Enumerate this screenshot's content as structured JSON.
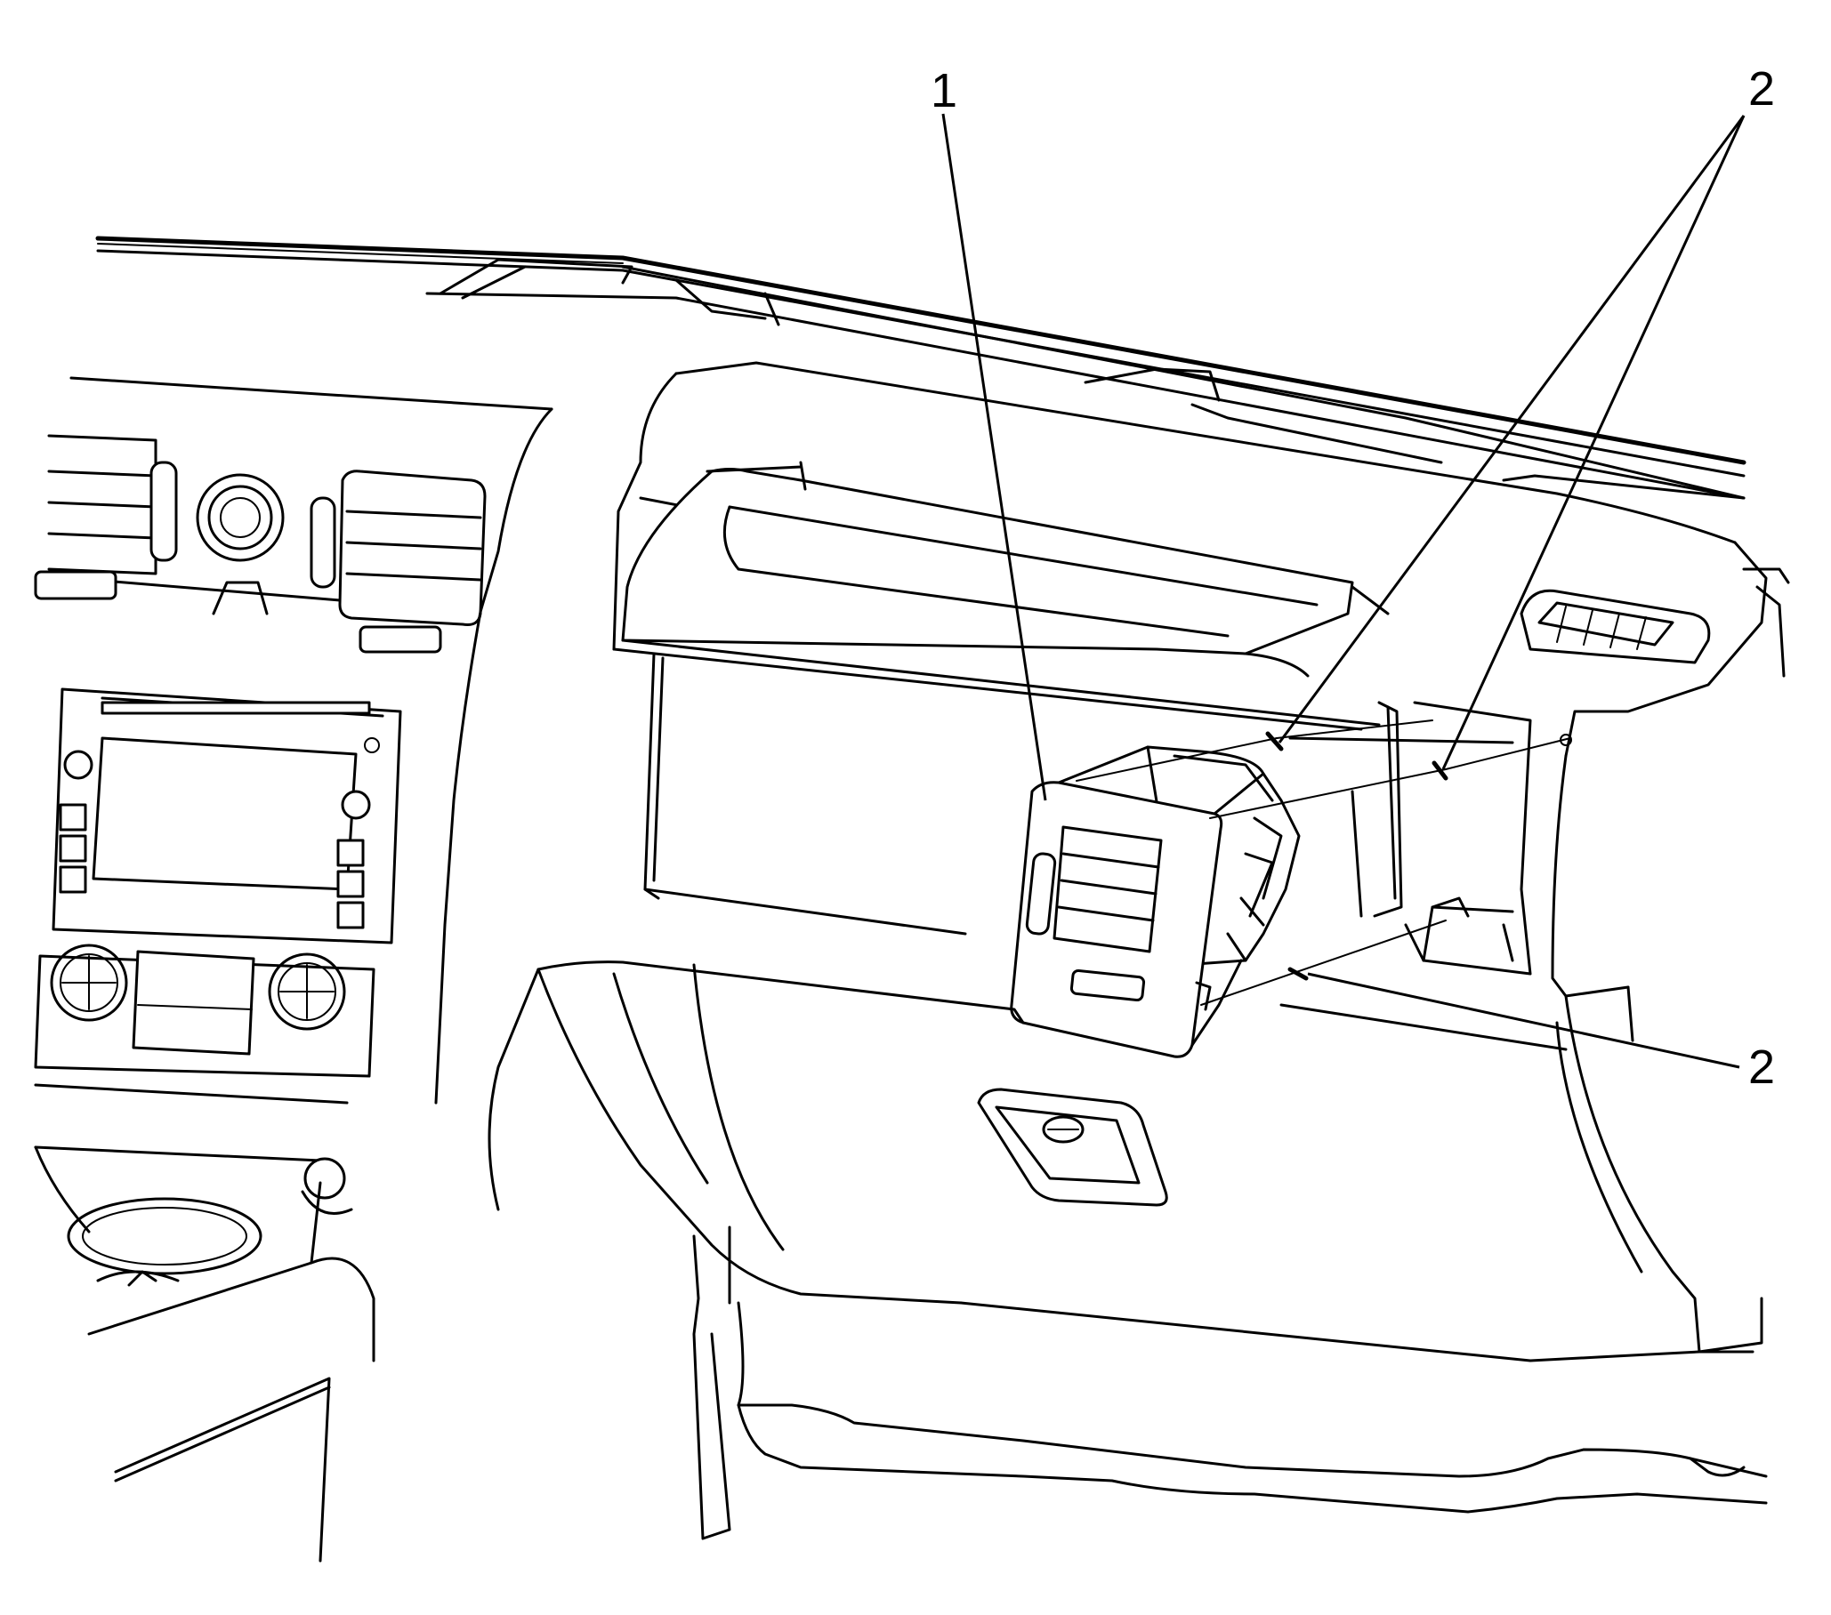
{
  "callouts": [
    {
      "id": "1",
      "label": "1"
    },
    {
      "id": "2a",
      "label": "2"
    },
    {
      "id": "2b",
      "label": "2"
    }
  ],
  "colors": {
    "line": "#000000",
    "background": "#ffffff"
  }
}
